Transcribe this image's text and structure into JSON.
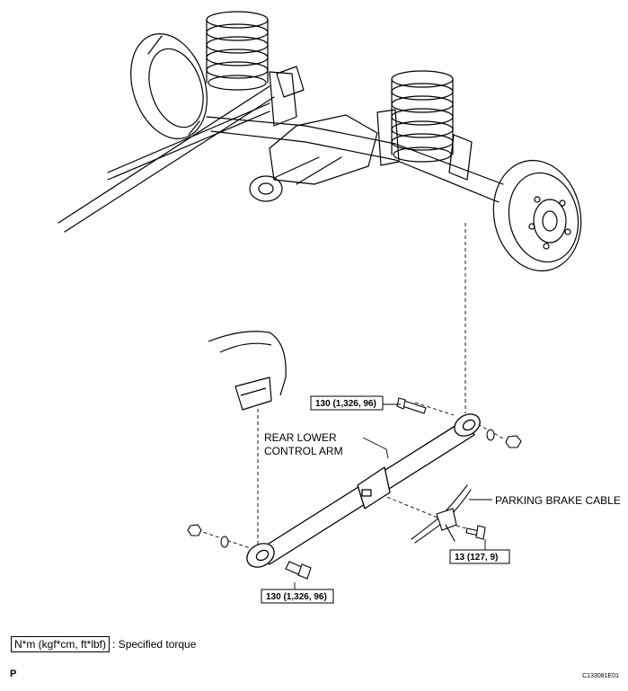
{
  "callouts": {
    "rear_lower_control_arm_line1": "REAR LOWER",
    "rear_lower_control_arm_line2": "CONTROL ARM",
    "parking_brake_cable": "PARKING BRAKE CABLE"
  },
  "torque_specs": {
    "front_bolt": "130 (1,326, 96)",
    "rear_bolt": "130 (1,326, 96)",
    "cable_bolt": "13 (127, 9)"
  },
  "legend": {
    "unit_box": "N*m (kgf*cm, ft*lbf)",
    "description": ": Specified torque"
  },
  "footer": {
    "page_code": "P",
    "figure_id": "C133081E01"
  }
}
